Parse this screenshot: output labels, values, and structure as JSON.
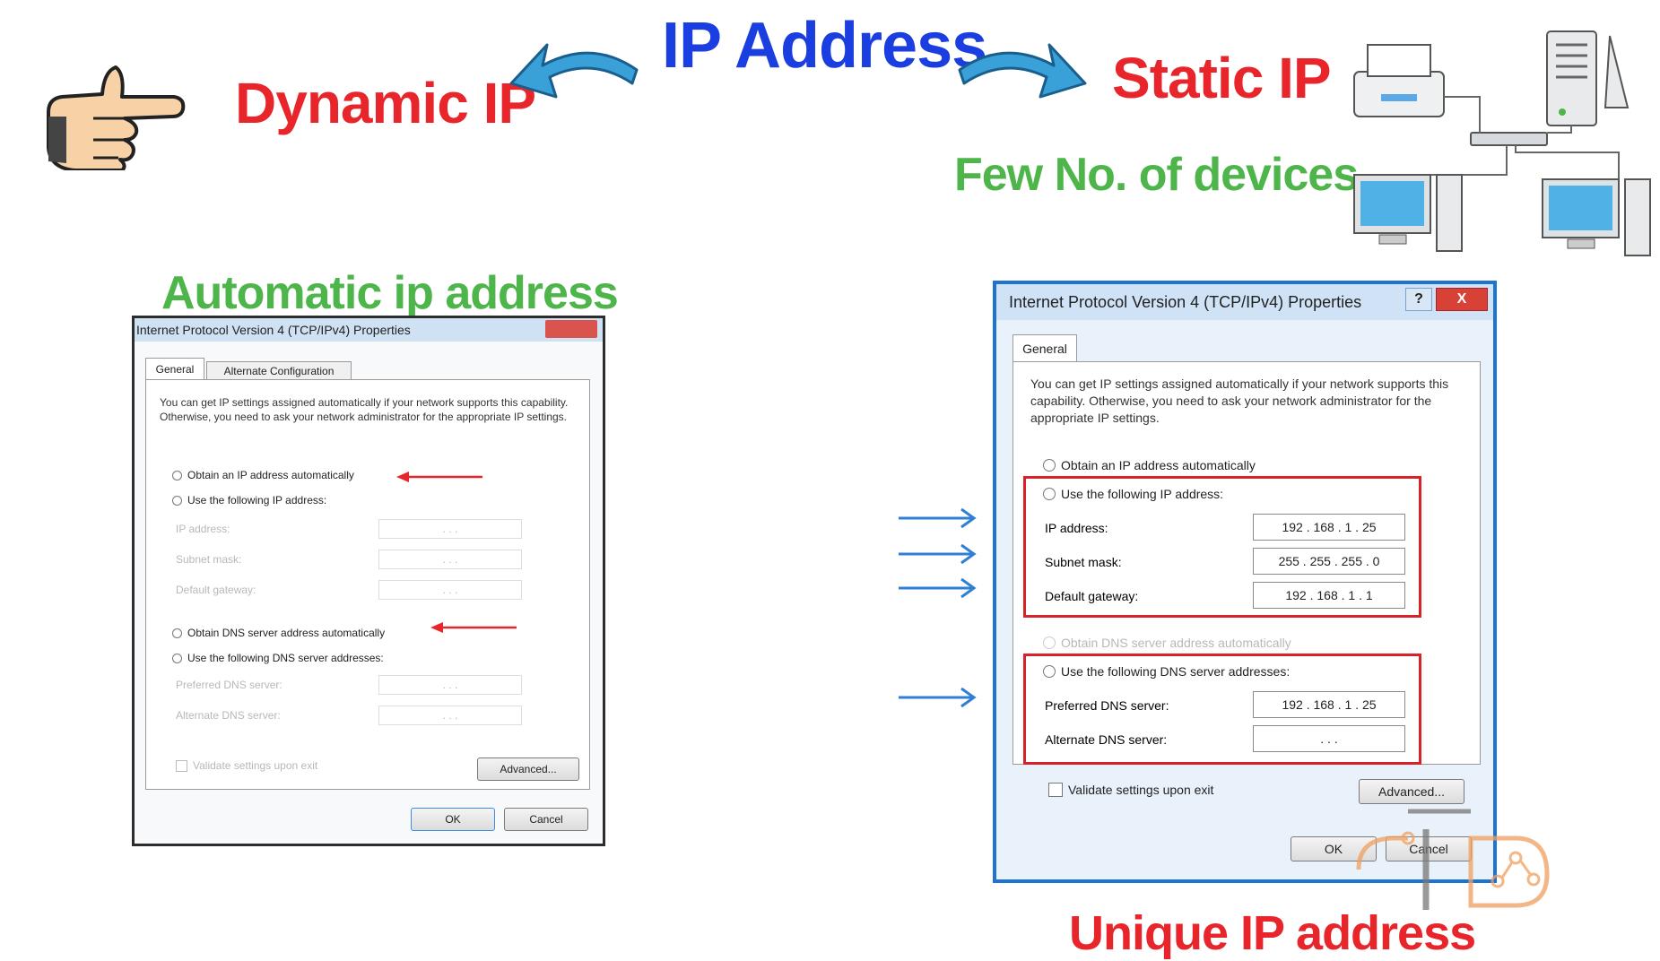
{
  "header": {
    "title": "IP Address",
    "left_label": "Dynamic IP",
    "right_label": "Static IP",
    "right_sub": "Few No. of devices",
    "left_caption": "Automatic ip address",
    "bottom_caption": "Unique IP address"
  },
  "left_dialog": {
    "title": "Internet Protocol Version 4 (TCP/IPv4) Properties",
    "tabs": [
      "General",
      "Alternate Configuration"
    ],
    "description": "You can get IP settings assigned automatically if your network supports this capability. Otherwise, you need to ask your network administrator for the appropriate IP settings.",
    "opt_auto_ip": "Obtain an IP address automatically",
    "opt_manual_ip": "Use the following IP address:",
    "ip_address_label": "IP address:",
    "subnet_label": "Subnet mask:",
    "gateway_label": "Default gateway:",
    "opt_auto_dns": "Obtain DNS server address automatically",
    "opt_manual_dns": "Use the following DNS server addresses:",
    "pref_dns_label": "Preferred DNS server:",
    "alt_dns_label": "Alternate DNS server:",
    "validate_label": "Validate settings upon exit",
    "advanced_button": "Advanced...",
    "ok_button": "OK",
    "cancel_button": "Cancel",
    "empty_ip": ". . ."
  },
  "right_dialog": {
    "title": "Internet Protocol Version 4 (TCP/IPv4) Properties",
    "help_button": "?",
    "close_button": "X",
    "tab": "General",
    "description": "You can get IP settings assigned automatically if your network supports this capability. Otherwise, you need to ask your network administrator for the appropriate IP settings.",
    "opt_auto_ip": "Obtain an IP address automatically",
    "opt_manual_ip": "Use the following IP address:",
    "ip_address_label": "IP address:",
    "ip_address_value": "192 . 168 . 1 . 25",
    "subnet_label": "Subnet mask:",
    "subnet_value": "255 . 255 . 255 . 0",
    "gateway_label": "Default gateway:",
    "gateway_value": "192 . 168 . 1 . 1",
    "opt_auto_dns": "Obtain DNS server address automatically",
    "opt_manual_dns": "Use the following DNS server addresses:",
    "pref_dns_label": "Preferred DNS server:",
    "pref_dns_value": "192 . 168 . 1 . 25",
    "alt_dns_label": "Alternate DNS server:",
    "alt_dns_value": ". . .",
    "validate_label": "Validate settings upon exit",
    "advanced_button": "Advanced...",
    "ok_button": "OK",
    "cancel_button": "Cancel"
  },
  "icons": [
    "pointing-hand-icon",
    "curved-arrow-left-icon",
    "curved-arrow-right-icon",
    "printer-icon",
    "server-tower-icon",
    "network-switch-icon",
    "desktop-computer-icon",
    "blue-pointer-arrow-icon",
    "red-pointer-arrow-icon",
    "watermark-logo-icon"
  ],
  "colors": {
    "title_blue": "#1a3ee0",
    "accent_red": "#e8252a",
    "accent_green": "#4db54a",
    "arrow_blue": "#2f7fd6",
    "highlight_red": "#d8222a",
    "window_border_blue": "#1e73d2"
  }
}
